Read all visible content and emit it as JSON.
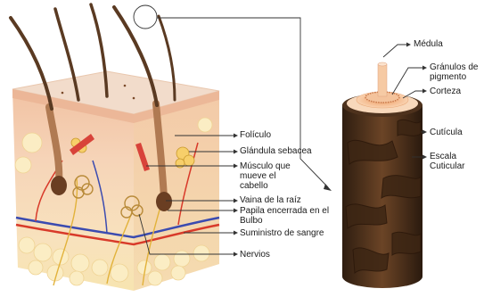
{
  "skin_labels": {
    "foliculo": "Folículo",
    "glandula": "Glándula sebacea",
    "musculo": "Músculo que mueve el cabello",
    "vaina": "Vaina de la raíz",
    "papila": "Papila encerrada en el Bulbo",
    "suministro": "Suministro de sangre",
    "nervios": "Nervios"
  },
  "hair_labels": {
    "medula": "Médula",
    "granulos": "Gránulos de pigmento",
    "corteza": "Corteza",
    "cuticula": "Cutícula",
    "escala": "Escala Cuticular"
  },
  "colors": {
    "epidermis": "#f3c9a6",
    "dermis": "#f6d3b5",
    "fat": "#f7e7b5",
    "hair": "#5a3a22",
    "vein": "#3b4bb0",
    "artery": "#d83a2a",
    "nerve": "#e2b23a",
    "leader": "#333333",
    "cuticle": "#4e321d"
  }
}
